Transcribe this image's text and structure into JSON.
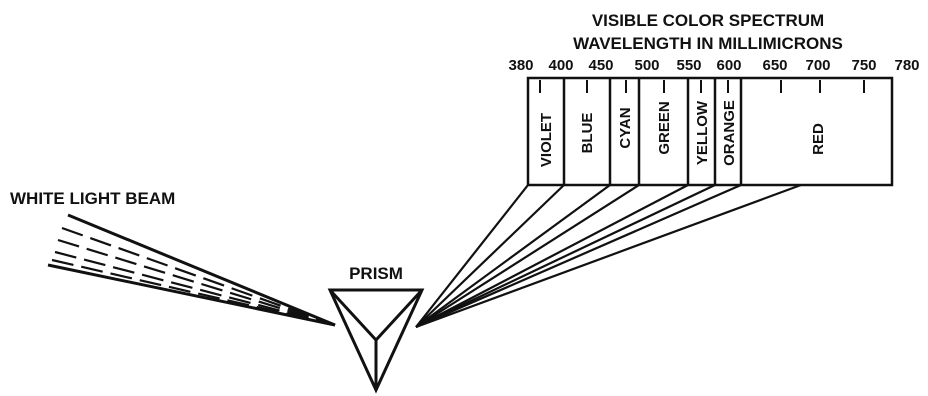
{
  "title_line1": "VISIBLE COLOR SPECTRUM",
  "title_line2": "WAVELENGTH IN MILLIMICRONS",
  "beam_label": "WHITE LIGHT BEAM",
  "prism_label": "PRISM",
  "wavelength_ticks": [
    "380",
    "400",
    "450",
    "500",
    "550",
    "600",
    "650",
    "700",
    "750",
    "780"
  ],
  "bands": [
    {
      "name": "VIOLET"
    },
    {
      "name": "BLUE"
    },
    {
      "name": "CYAN"
    },
    {
      "name": "GREEN"
    },
    {
      "name": "YELLOW"
    },
    {
      "name": "ORANGE"
    },
    {
      "name": "RED"
    }
  ]
}
